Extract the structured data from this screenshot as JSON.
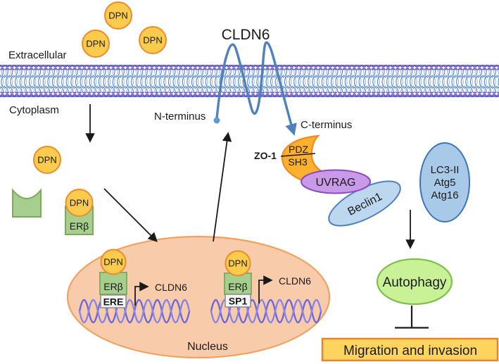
{
  "labels": {
    "extracellular": "Extracellular",
    "cytoplasm": "Cytoplasm",
    "cldn6_title": "CLDN6",
    "n_terminus": "N-terminus",
    "c_terminus": "C-terminus",
    "zo1": "ZO-1",
    "pdz": "PDZ",
    "sh3": "SH3",
    "uvrag": "UVRAG",
    "beclin1": "Beclin1",
    "autophagy": "Autophagy",
    "migration_invasion": "Migration and invasion",
    "nucleus": "Nucleus",
    "dpn": "DPN",
    "er_beta": "ERβ",
    "ere": "ERE",
    "sp1": "SP1",
    "cldn6_gene": "CLDN6"
  },
  "autophagy_complex": [
    "LC3-II",
    "Atg5",
    "Atg16"
  ],
  "colors": {
    "dpn_fill": "#FBCB4D",
    "dpn_border": "#EC8C2D",
    "erb_fill": "#A6CE8D",
    "erb_border": "#7CA95F",
    "site_box_fill": "#F5F5F5",
    "site_box_border": "#8C8C8C",
    "nucleus_fill": "#F8CBAB",
    "nucleus_border": "#F0A263",
    "dna": "#6E66DC",
    "dna_alt": "#8784E8",
    "membrane_head": "#5C86D3",
    "membrane_head_border": "#7244B5",
    "membrane_tail": "#4F81BD",
    "membrane_tail_light": "#9AB8DD",
    "cldn6_protein": "#4F81BD",
    "n_terminus_dot": "#5B9BD5",
    "zo1_fill": "#FFB02E",
    "zo1_border": "#EF8B1F",
    "uvrag_fill": "#C89AE8",
    "uvrag_border": "#8A4BC0",
    "beclin1_fill": "#BDD7EE",
    "beclin1_border": "#4F81BD",
    "lc3_fill": "#A9C9E8",
    "lc3_border": "#3A78B5",
    "autophagy_fill": "#C9F296",
    "autophagy_border": "#7FBF50",
    "migration_fill": "#FFD45E",
    "migration_border": "#E8852C",
    "arrow": "#1A1A1A"
  }
}
